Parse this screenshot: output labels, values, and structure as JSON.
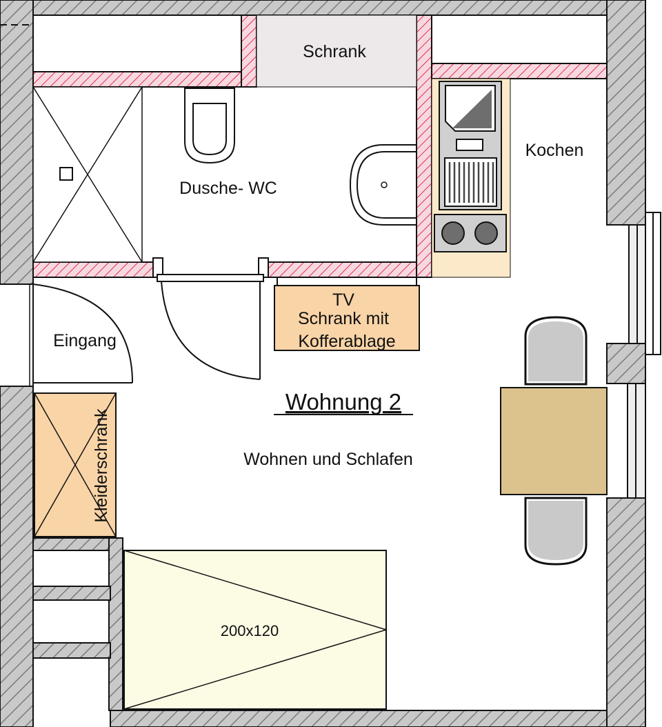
{
  "plan": {
    "title": "Wohnung 2",
    "rooms": {
      "living": "Wohnen und Schlafen",
      "bathroom": "Dusche- WC",
      "kitchen": "Kochen",
      "entrance": "Eingang"
    },
    "furniture": {
      "closet": "Schrank",
      "tv_line1": "TV",
      "tv_line2": "Schrank mit",
      "tv_line3": "Kofferablage",
      "wardrobe": "Kleiderschrank",
      "bed_size": "200x120"
    }
  },
  "colors": {
    "wall_fill": "#c9c9c9",
    "wall_hatch": "#7a7a7a",
    "partition_fill": "#f7d8e0",
    "partition_hatch": "#e0304a",
    "closet_fill": "#ede9ea",
    "wardrobe_fill": "#f9d4a7",
    "kitchen_fill": "#fbe9c9",
    "bed_fill": "#fcfbe4",
    "table_fill": "#dcc28c",
    "chair_fill": "#c9c9c9",
    "appliance_fill": "#d0d0d0",
    "window_fill": "#eeeeee"
  }
}
